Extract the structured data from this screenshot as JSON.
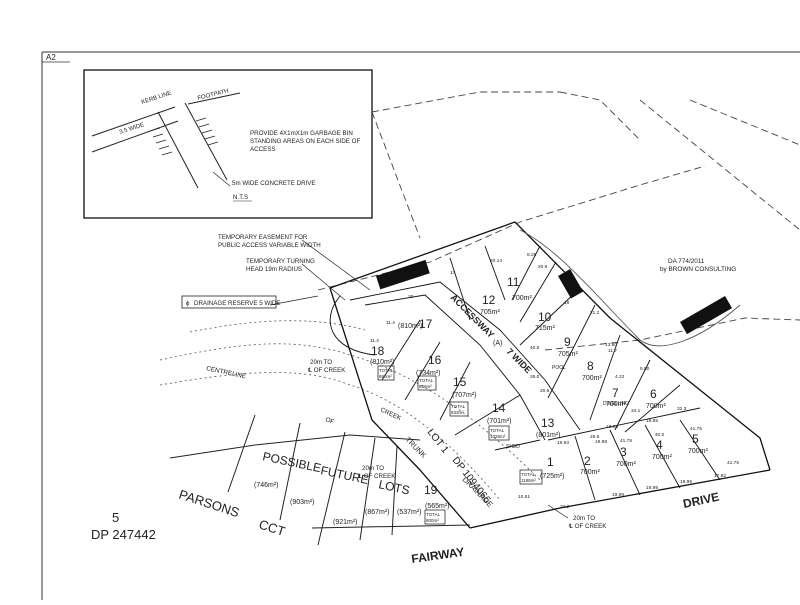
{
  "sheet_label": "A2",
  "inset": {
    "kerb_line": "KERB LINE",
    "footpath": "FOOTPATH",
    "width_note": "3.5 WIDE",
    "note_line1": "PROVIDE 4X1mX1m GARBAGE BIN",
    "note_line2": "STANDING AREAS ON EACH SIDE OF",
    "note_line3": "ACCESS",
    "drive_note": "5m WIDE CONCRETE DRIVE",
    "nts": "N.T.S"
  },
  "notes": {
    "easement_1": "TEMPORARY EASEMENT FOR",
    "easement_2": "PUBLIC ACCESS VARIABLE WIDTH",
    "turning_1": "TEMPORARY TURNING",
    "turning_2": "HEAD 19m RADIUS",
    "drainage_reserve": "DRAINAGE RESERVE 5 WIDE",
    "da_1": "DA 774/2011",
    "da_2": "by BROWN CONSULTING"
  },
  "creek": {
    "centreline": "CENTRELINE",
    "of": "OF",
    "creek": "CREEK",
    "to_creek_a_1": "20m TO",
    "to_creek_a_2": "℄ OF CREEK",
    "to_creek_b_1": "20m TO",
    "to_creek_b_2": "℄ OF CREEK",
    "to_creek_c_1": "20m TO",
    "to_creek_c_2": "℄ OF CREEK"
  },
  "roads": {
    "accessway": "ACCESSWAY",
    "seven_wide": "7 WIDE",
    "drive": "DRIVE",
    "fairway": "FAIRWAY",
    "parsons": "PARSONS",
    "cct": "CCT",
    "trunk": "TRUNK",
    "drainage": "DRAINAGE",
    "lot_label": "LOT 1",
    "dp_label": "DP 1094066",
    "a_marker": "(A)",
    "pool": "POOL",
    "dwelling": "DWELLING",
    "shed": "SHED"
  },
  "future": {
    "possible": "POSSIBLE",
    "future": "FUTURE",
    "lots": "LOTS",
    "area_1": "(746m²)",
    "area_2": "(903m²)",
    "area_3": "(921m²)",
    "area_4": "(867m²)",
    "area_5": "(537m²)"
  },
  "deposited_plan": {
    "lot": "5",
    "dp": "DP 247442"
  },
  "lots": [
    {
      "num": "1",
      "area": "(725m²)"
    },
    {
      "num": "2",
      "area": "700m²"
    },
    {
      "num": "3",
      "area": "700m²"
    },
    {
      "num": "4",
      "area": "700m²"
    },
    {
      "num": "5",
      "area": "700m²"
    },
    {
      "num": "6",
      "area": "700m²"
    },
    {
      "num": "7",
      "area": "700m²"
    },
    {
      "num": "8",
      "area": "700m²"
    },
    {
      "num": "9",
      "area": "705m²"
    },
    {
      "num": "10",
      "area": "715m²"
    },
    {
      "num": "11",
      "area": "700m²"
    },
    {
      "num": "12",
      "area": "705m²"
    },
    {
      "num": "13",
      "area": "(801m²)"
    },
    {
      "num": "14",
      "area": "(701m²)"
    },
    {
      "num": "15",
      "area": "(707m²)"
    },
    {
      "num": "16",
      "area": "(734m²)"
    },
    {
      "num": "17",
      "area": "(810m²)"
    },
    {
      "num": "18",
      "area": "(810m²)"
    },
    {
      "num": "19",
      "area": "(565m²)"
    }
  ],
  "totals": {
    "t18_1": "TOTAL",
    "t18_2": "880m²",
    "t16_1": "TOTAL",
    "t16_2": "856m²",
    "t15_1": "TOTAL",
    "t15_2": "833m²",
    "t14_1": "TOTAL",
    "t14_2": "1028m²",
    "t1_1": "TOTAL",
    "t1_2": "1188m²",
    "t19_1": "TOTAL",
    "t19_2": "800m²"
  },
  "dims": [
    "20.14",
    "8.25",
    "20.6",
    "17",
    "20",
    "18",
    "11.4",
    "11.4",
    "21.2",
    "40.5",
    "35.0",
    "20.6",
    "11.7",
    "19.93",
    "25.5",
    "19.88",
    "19.99",
    "19.99",
    "19.99",
    "17.92",
    "33.2",
    "10.51",
    "41.75",
    "40.0",
    "41.75",
    "41.75",
    "34.1",
    "4.22",
    "18.85",
    "19.85",
    "32.3",
    "13.80",
    "5.00"
  ]
}
